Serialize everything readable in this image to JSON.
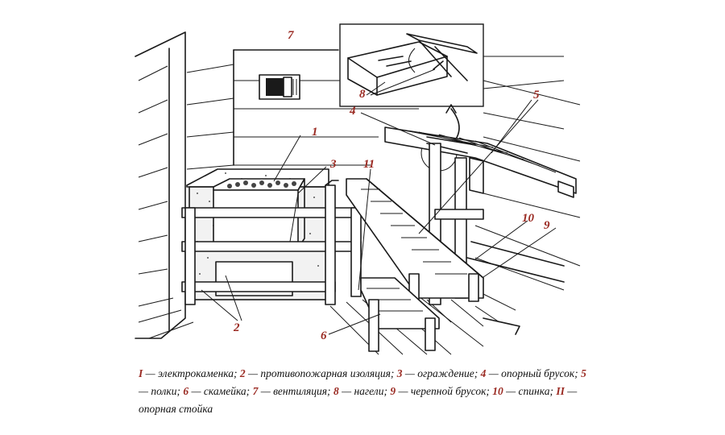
{
  "callouts": {
    "c1": "1",
    "c2": "2",
    "c3": "3",
    "c4": "4",
    "c5": "5",
    "c6": "6",
    "c7": "7",
    "c8": "8",
    "c9": "9",
    "c10": "10",
    "c11": "11"
  },
  "legend": [
    {
      "num": "I",
      "text": " — электрокаменка; "
    },
    {
      "num": "2",
      "text": " — противопожарная изоляция; "
    },
    {
      "num": "3",
      "text": " — ограждение; "
    },
    {
      "num": "4",
      "text": " — опорный брусок; "
    },
    {
      "num": "5",
      "text": " — полки; "
    },
    {
      "num": "6",
      "text": " — скамейка; "
    },
    {
      "num": "7",
      "text": " — вентиляция; "
    },
    {
      "num": "8",
      "text": " — нагели; "
    },
    {
      "num": "9",
      "text": " — черепной брусок; "
    },
    {
      "num": "10",
      "text": " — спинка; "
    },
    {
      "num": "II",
      "text": " — опорная стойка"
    }
  ],
  "colors": {
    "callout": "#9a2a22",
    "line": "#1a1a1a"
  }
}
